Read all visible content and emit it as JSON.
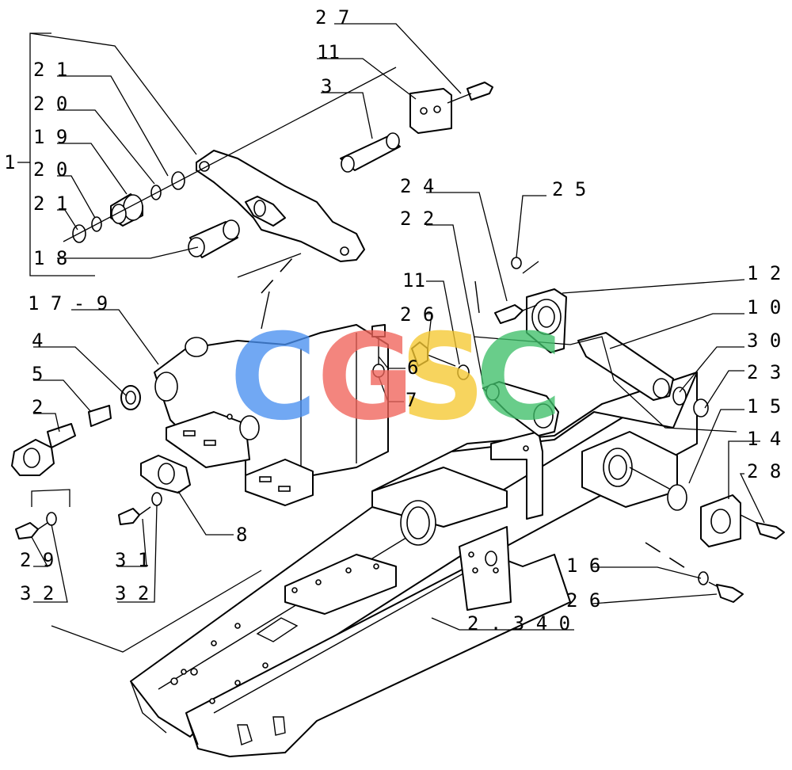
{
  "labels": {
    "l27": "2 7",
    "l11a": "11",
    "l3": "3",
    "l21a": "2 1",
    "l20a": "2 0",
    "l19": "1 9",
    "l1": "1",
    "l20b": "2 0",
    "l21b": "2 1",
    "l18": "1 8",
    "l24": "2 4",
    "l25": "2 5",
    "l22": "2 2",
    "l12": "1 2",
    "l11b": "11",
    "l10": "1 0",
    "l26a": "2 6",
    "l30": "3 0",
    "l23": "2 3",
    "l17": "1 7 - 9",
    "l6": "6",
    "l4": "4",
    "l7": "7",
    "l15": "1 5",
    "l5": "5",
    "l14": "1 4",
    "l2": "2",
    "l28": "2 8",
    "l8": "8",
    "l29": "2 9",
    "l31": "3 1",
    "l16": "1 6",
    "l32a": "3 2",
    "l32b": "3 2",
    "l26b": "2 6",
    "l2340": "2 . 3 4 0"
  },
  "watermark": {
    "letters": [
      "C",
      "G",
      "S",
      "C"
    ],
    "colors": [
      "#4a90f0",
      "#f0645a",
      "#f5c832",
      "#3fbf6a"
    ]
  }
}
